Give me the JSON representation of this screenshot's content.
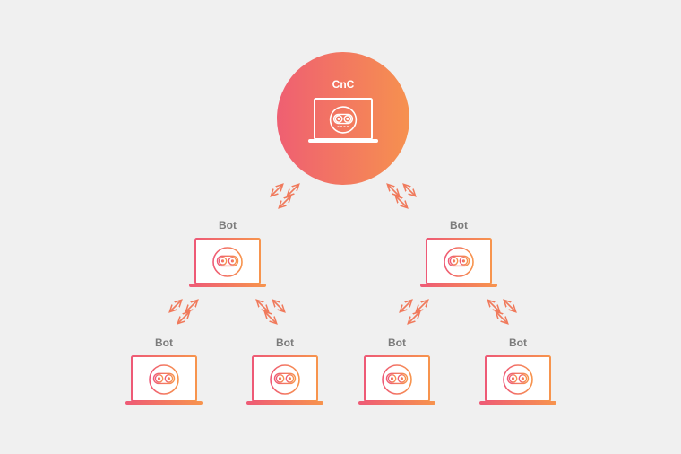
{
  "diagram": {
    "server": {
      "label": "CnC",
      "icon": "robot-face-icon"
    },
    "bots": [
      {
        "label": "Bot",
        "icon": "robot-face-icon"
      },
      {
        "label": "Bot",
        "icon": "robot-face-icon"
      },
      {
        "label": "Bot",
        "icon": "robot-face-icon"
      },
      {
        "label": "Bot",
        "icon": "robot-face-icon"
      },
      {
        "label": "Bot",
        "icon": "robot-face-icon"
      },
      {
        "label": "Bot",
        "icon": "robot-face-icon"
      }
    ],
    "connections": [
      {
        "from": "CnC",
        "to": "bot-1",
        "icon": "bidirectional-arrows-icon"
      },
      {
        "from": "CnC",
        "to": "bot-2",
        "icon": "bidirectional-arrows-icon"
      },
      {
        "from": "bot-1",
        "to": "bot-3",
        "icon": "bidirectional-arrows-icon"
      },
      {
        "from": "bot-1",
        "to": "bot-4",
        "icon": "bidirectional-arrows-icon"
      },
      {
        "from": "bot-2",
        "to": "bot-5",
        "icon": "bidirectional-arrows-icon"
      },
      {
        "from": "bot-2",
        "to": "bot-6",
        "icon": "bidirectional-arrows-icon"
      }
    ],
    "colors": {
      "background": "#f0f0f0",
      "gradient_start": "#ee5a76",
      "gradient_end": "#f7944d",
      "bot_label": "#7b7b7b",
      "server_label": "#ffffff",
      "screen_fill": "#ffffff"
    }
  }
}
